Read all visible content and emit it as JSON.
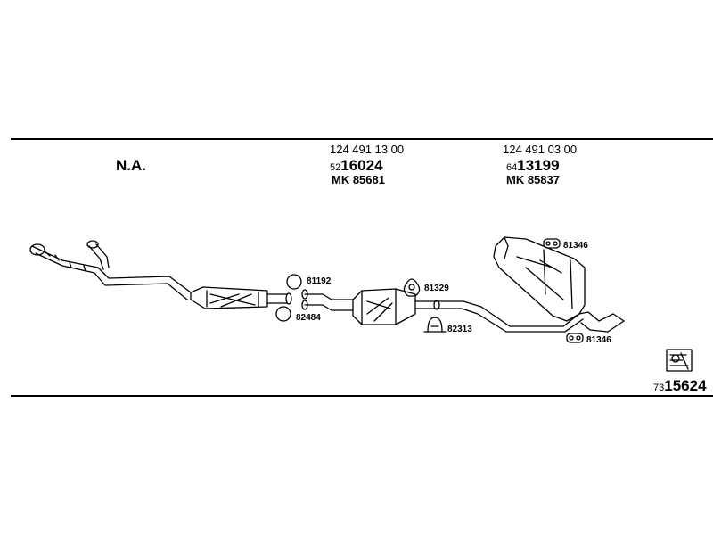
{
  "header": {
    "na_label": "N.A.",
    "col1": {
      "oem": "124 491 13 00",
      "prefix": "52",
      "number": "16024",
      "mk": "MK  85681"
    },
    "col2": {
      "oem": "124 491 03 00",
      "prefix": "64",
      "number": "13199",
      "mk": "MK  85837"
    }
  },
  "parts": {
    "ring_top": "81192",
    "ring_bottom": "82484",
    "hanger_mid": "81329",
    "clamp": "82313",
    "hanger_top_right": "81346",
    "hanger_bottom_right": "81346"
  },
  "footer": {
    "prefix": "73",
    "number": "15624"
  }
}
